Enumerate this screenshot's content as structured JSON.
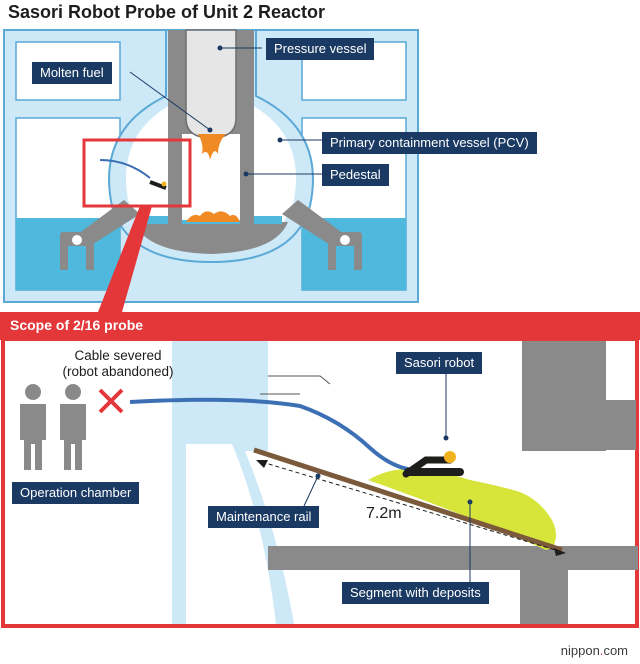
{
  "title": "Sasori Robot Probe of Unit 2 Reactor",
  "top_labels": {
    "pressure_vessel": "Pressure vessel",
    "molten_fuel": "Molten fuel",
    "pcv": "Primary containment vessel (PCV)",
    "pedestal": "Pedestal"
  },
  "scope": {
    "title": "Scope of 2/16 probe",
    "cable_severed_1": "Cable severed",
    "cable_severed_2": "(robot abandoned)",
    "sasori_robot": "Sasori robot",
    "operation_chamber": "Operation chamber",
    "maintenance_rail": "Maintenance rail",
    "distance": "7.2m",
    "segment_deposits": "Segment with deposits"
  },
  "credit": {
    "prefix": "nippon",
    "dot": ".",
    "suffix": "com"
  },
  "colors": {
    "navy": "#1b3a63",
    "red": "#e3373a",
    "light_blue": "#cde8f7",
    "water": "#4fb8dd",
    "concrete_gray": "#8a8a8a",
    "cable_blue": "#3d6fb5",
    "rail_brown": "#7a5a3a",
    "deposit_green": "#d7e43a",
    "fuel_orange": "#f08a24"
  }
}
